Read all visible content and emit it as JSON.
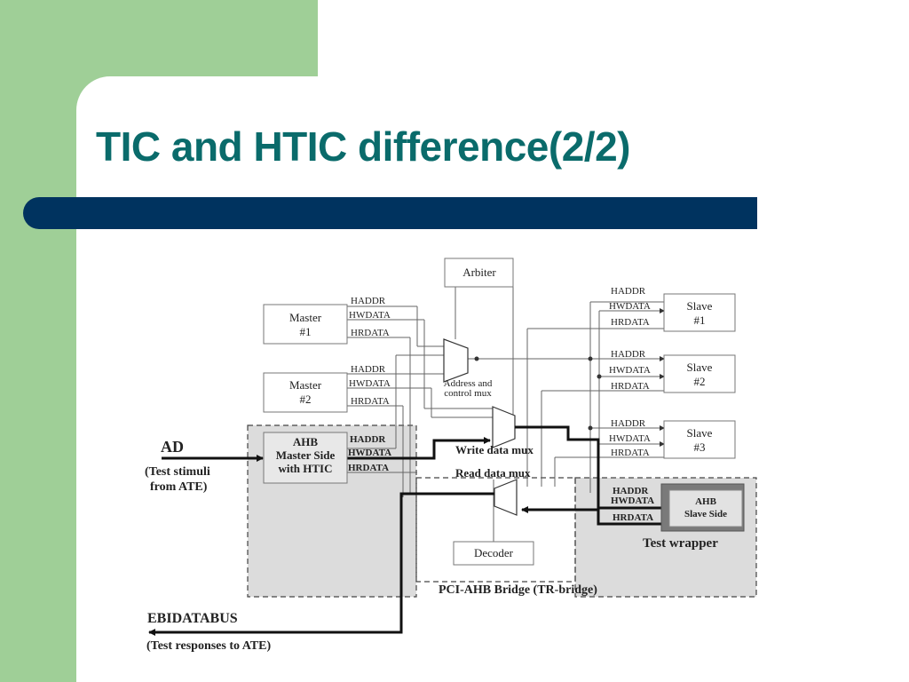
{
  "slide": {
    "title": "TIC and HTIC difference(2/2)",
    "colors": {
      "accent_green": "#9fcf97",
      "title_teal": "#0a6b6b",
      "bar_navy": "#00335f"
    }
  },
  "diagram": {
    "arbiter": "Arbiter",
    "decoder": "Decoder",
    "master1": [
      "Master",
      "#1"
    ],
    "master2": [
      "Master",
      "#2"
    ],
    "ahb_master": [
      "AHB",
      "Master Side",
      "with HTIC"
    ],
    "slave1": [
      "Slave",
      "#1"
    ],
    "slave2": [
      "Slave",
      "#2"
    ],
    "slave3": [
      "Slave",
      "#3"
    ],
    "ahb_slave": [
      "AHB",
      "Slave Side"
    ],
    "signals": {
      "haddr": "HADDR",
      "hwdata": "HWDATA",
      "hrdata": "HRDATA"
    },
    "addr_mux": [
      "Address and",
      "control mux"
    ],
    "write_mux": "Write data mux",
    "read_mux": "Read data mux",
    "test_wrapper": "Test wrapper",
    "bridge": "PCI-AHB Bridge  (TR-bridge)",
    "ad": "AD",
    "ad_note": [
      "(Test stimuli",
      "from ATE)"
    ],
    "ebi": "EBIDATABUS",
    "ebi_note": "(Test responses to ATE)"
  }
}
